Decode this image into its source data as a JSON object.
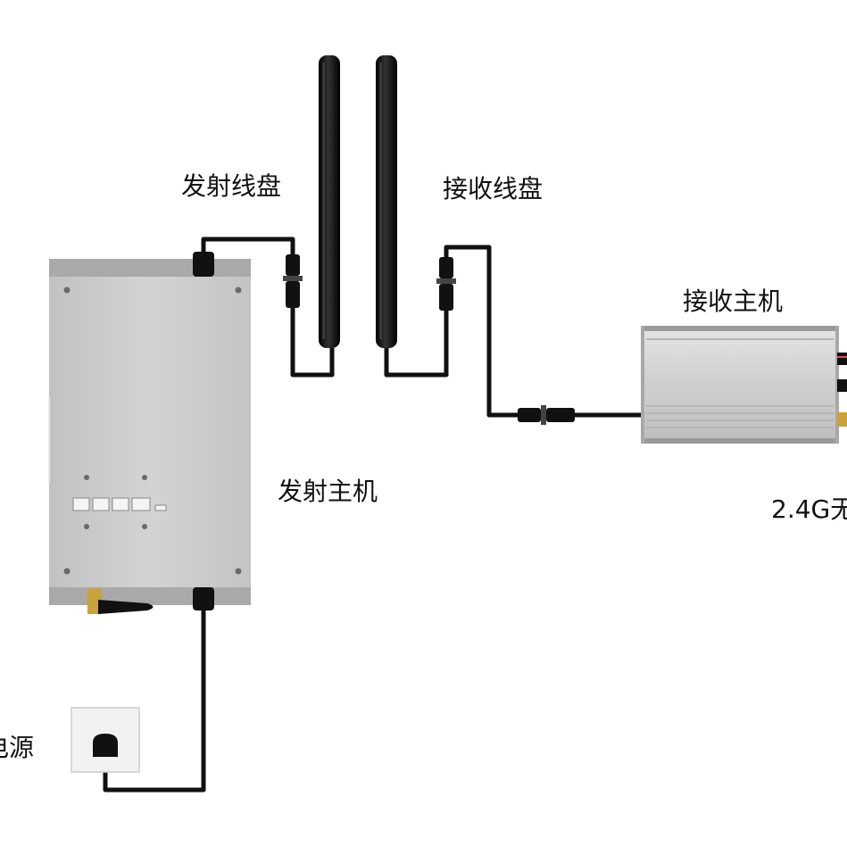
{
  "labels": {
    "tx_coil": "发射线盘",
    "rx_coil": "接收线盘",
    "rx_host": "接收主机",
    "tx_host": "发射主机",
    "rx_output": "2.4G无",
    "power": "电源"
  },
  "colors": {
    "cable": "#111111",
    "coil": "#1a1a1a",
    "tx_body": "#c9c9c9",
    "rx_body": "#d0d0d0",
    "brass": "#c8a23a"
  }
}
